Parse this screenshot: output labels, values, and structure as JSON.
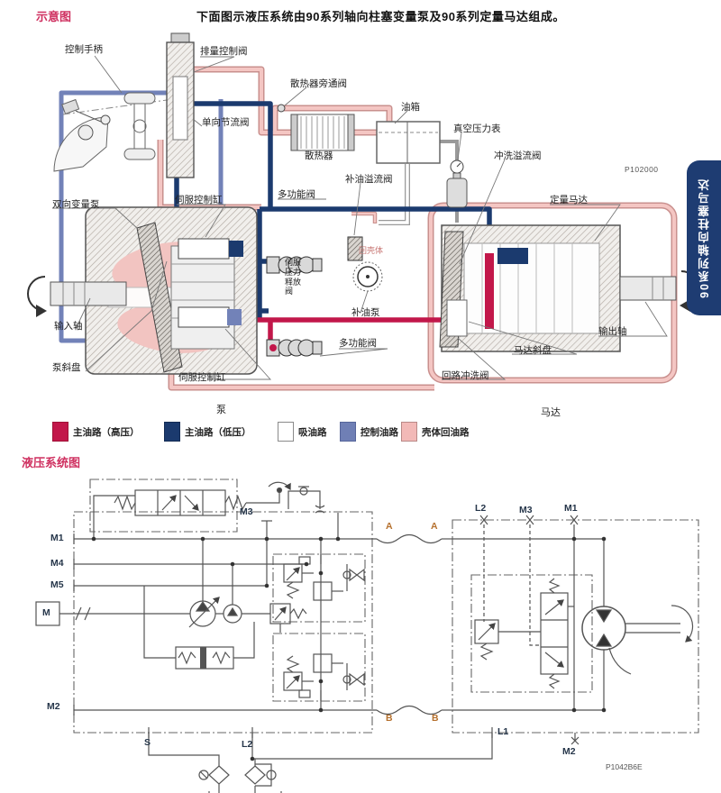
{
  "header": {
    "section1": "示意图",
    "title": "下面图示液压系统由90系列轴向柱塞变量泵及90系列定量马达组成。",
    "section2": "液压系统图",
    "side_tab": "90系列轴向柱塞马达"
  },
  "schematic": {
    "code": "P102000",
    "labels": {
      "control_handle": "控制手柄",
      "displacement_control_valve": "排量控制阀",
      "radiator_bypass_valve": "散热器旁通阀",
      "oil_tank": "油箱",
      "vacuum_gauge": "真空压力表",
      "one_way_throttle_valve": "单向节流阀",
      "radiator": "散热器",
      "flushing_relief_valve": "冲洗溢流阀",
      "charge_relief_valve": "补油溢流阀",
      "multifunction_valve_top": "多功能阀",
      "servo_cylinder_top": "伺服控制缸",
      "bidirectional_variable_pump": "双向变量泵",
      "fixed_motor": "定量马达",
      "to_housing": "回壳体",
      "servo_pressure_relief_valve": "伺服压力释放阀",
      "charge_pump": "补油泵",
      "input_shaft": "输入轴",
      "pump_swashplate": "泵斜盘",
      "servo_cylinder_bottom": "伺服控制缸",
      "multifunction_valve_bottom": "多功能阀",
      "motor_swashplate": "马达斜盘",
      "output_shaft": "输出轴",
      "loop_flushing_valve": "回路冲洗阀"
    },
    "captions": {
      "pump": "泵",
      "motor": "马达"
    }
  },
  "legend": {
    "items": [
      {
        "label": "主油路（高压）",
        "color": "#c2174a"
      },
      {
        "label": "主油路（低压）",
        "color": "#1b3a6e"
      },
      {
        "label": "吸油路",
        "color": "#ffffff"
      },
      {
        "label": "控制油路",
        "color": "#6f7fb5"
      },
      {
        "label": "壳体回油路",
        "color": "#f2b9b7"
      }
    ]
  },
  "circuit": {
    "code": "P1042B6E",
    "ports": {
      "m1_left": "M1",
      "m4": "M4",
      "m5": "M5",
      "m2_left": "M2",
      "m3_pump": "M3",
      "s": "S",
      "l2_bottom": "L2",
      "a_left": "A",
      "a_right": "A",
      "b_left": "B",
      "b_right": "B",
      "l2_top": "L2",
      "m3_motor": "M3",
      "m1_motor": "M1",
      "l1": "L1",
      "m2_right": "M2",
      "motor_box": "M"
    }
  }
}
